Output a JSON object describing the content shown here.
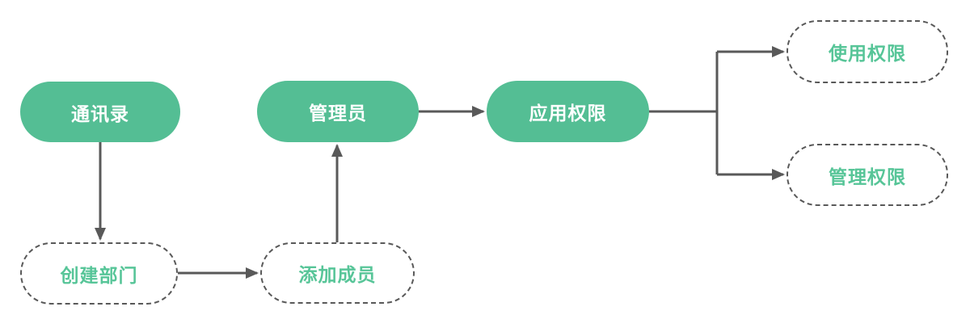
{
  "diagram": {
    "background": "#ffffff",
    "colors": {
      "node_fill": "#54BE94",
      "node_text": "#FFFFFF",
      "dashed_border": "#595959",
      "dashed_text": "#57C598",
      "connector": "#595959"
    },
    "nodes": {
      "contacts": {
        "label": "通讯录",
        "style": "solid"
      },
      "admin": {
        "label": "管理员",
        "style": "solid"
      },
      "app_permission": {
        "label": "应用权限",
        "style": "solid"
      },
      "create_department": {
        "label": "创建部门",
        "style": "dashed"
      },
      "add_members": {
        "label": "添加成员",
        "style": "dashed"
      },
      "usage_permission": {
        "label": "使用权限",
        "style": "dashed"
      },
      "manage_permission": {
        "label": "管理权限",
        "style": "dashed"
      }
    },
    "edges": [
      {
        "from": "contacts",
        "to": "create_department"
      },
      {
        "from": "create_department",
        "to": "add_members"
      },
      {
        "from": "add_members",
        "to": "admin"
      },
      {
        "from": "admin",
        "to": "app_permission"
      },
      {
        "from": "app_permission",
        "to": "usage_permission"
      },
      {
        "from": "app_permission",
        "to": "manage_permission"
      }
    ]
  }
}
